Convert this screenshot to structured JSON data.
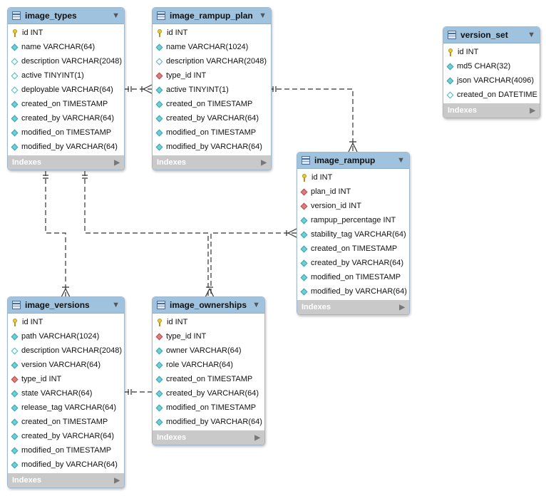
{
  "icons": {
    "table": "table-icon",
    "collapse": "triangle-down-icon",
    "expand_indexes": "triangle-right-icon"
  },
  "colors": {
    "header": "#9fc3df",
    "indexes_bar": "#c9c9c9",
    "not_null_key": "#6cd0d8",
    "foreign_key": "#e07c7c",
    "primary_key": "#e8c93a"
  },
  "tables": {
    "image_types": {
      "title": "image_types",
      "indexes_label": "Indexes",
      "columns": [
        {
          "name": "id INT",
          "key": "pk"
        },
        {
          "name": "name VARCHAR(64)",
          "key": "nn"
        },
        {
          "name": "description VARCHAR(2048)",
          "key": "plain"
        },
        {
          "name": "active TINYINT(1)",
          "key": "plain"
        },
        {
          "name": "deployable VARCHAR(64)",
          "key": "plain"
        },
        {
          "name": "created_on TIMESTAMP",
          "key": "nn"
        },
        {
          "name": "created_by VARCHAR(64)",
          "key": "nn"
        },
        {
          "name": "modified_on TIMESTAMP",
          "key": "nn"
        },
        {
          "name": "modified_by VARCHAR(64)",
          "key": "nn"
        }
      ]
    },
    "image_rampup_plan": {
      "title": "image_rampup_plan",
      "indexes_label": "Indexes",
      "columns": [
        {
          "name": "id INT",
          "key": "pk"
        },
        {
          "name": "name VARCHAR(1024)",
          "key": "nn"
        },
        {
          "name": "description VARCHAR(2048)",
          "key": "plain"
        },
        {
          "name": "type_id INT",
          "key": "fk"
        },
        {
          "name": "active TINYINT(1)",
          "key": "nn"
        },
        {
          "name": "created_on TIMESTAMP",
          "key": "nn"
        },
        {
          "name": "created_by VARCHAR(64)",
          "key": "nn"
        },
        {
          "name": "modified_on TIMESTAMP",
          "key": "nn"
        },
        {
          "name": "modified_by VARCHAR(64)",
          "key": "nn"
        }
      ]
    },
    "version_set": {
      "title": "version_set",
      "indexes_label": "Indexes",
      "columns": [
        {
          "name": "id INT",
          "key": "pk"
        },
        {
          "name": "md5 CHAR(32)",
          "key": "nn"
        },
        {
          "name": "json VARCHAR(4096)",
          "key": "nn"
        },
        {
          "name": "created_on DATETIME",
          "key": "plain"
        }
      ]
    },
    "image_rampup": {
      "title": "image_rampup",
      "indexes_label": "Indexes",
      "columns": [
        {
          "name": "id INT",
          "key": "pk"
        },
        {
          "name": "plan_id INT",
          "key": "fk"
        },
        {
          "name": "version_id INT",
          "key": "fk"
        },
        {
          "name": "rampup_percentage INT",
          "key": "nn"
        },
        {
          "name": "stability_tag VARCHAR(64)",
          "key": "nn"
        },
        {
          "name": "created_on TIMESTAMP",
          "key": "nn"
        },
        {
          "name": "created_by VARCHAR(64)",
          "key": "nn"
        },
        {
          "name": "modified_on TIMESTAMP",
          "key": "nn"
        },
        {
          "name": "modified_by VARCHAR(64)",
          "key": "nn"
        }
      ]
    },
    "image_versions": {
      "title": "image_versions",
      "indexes_label": "Indexes",
      "columns": [
        {
          "name": "id INT",
          "key": "pk"
        },
        {
          "name": "path VARCHAR(1024)",
          "key": "nn"
        },
        {
          "name": "description VARCHAR(2048)",
          "key": "plain"
        },
        {
          "name": "version VARCHAR(64)",
          "key": "nn"
        },
        {
          "name": "type_id INT",
          "key": "fk"
        },
        {
          "name": "state VARCHAR(64)",
          "key": "nn"
        },
        {
          "name": "release_tag VARCHAR(64)",
          "key": "nn"
        },
        {
          "name": "created_on TIMESTAMP",
          "key": "nn"
        },
        {
          "name": "created_by VARCHAR(64)",
          "key": "nn"
        },
        {
          "name": "modified_on TIMESTAMP",
          "key": "nn"
        },
        {
          "name": "modified_by VARCHAR(64)",
          "key": "nn"
        }
      ]
    },
    "image_ownerships": {
      "title": "image_ownerships",
      "indexes_label": "Indexes",
      "columns": [
        {
          "name": "id INT",
          "key": "pk"
        },
        {
          "name": "type_id INT",
          "key": "fk"
        },
        {
          "name": "owner VARCHAR(64)",
          "key": "nn"
        },
        {
          "name": "role VARCHAR(64)",
          "key": "nn"
        },
        {
          "name": "created_on TIMESTAMP",
          "key": "nn"
        },
        {
          "name": "created_by VARCHAR(64)",
          "key": "nn"
        },
        {
          "name": "modified_on TIMESTAMP",
          "key": "nn"
        },
        {
          "name": "modified_by VARCHAR(64)",
          "key": "nn"
        }
      ]
    }
  }
}
